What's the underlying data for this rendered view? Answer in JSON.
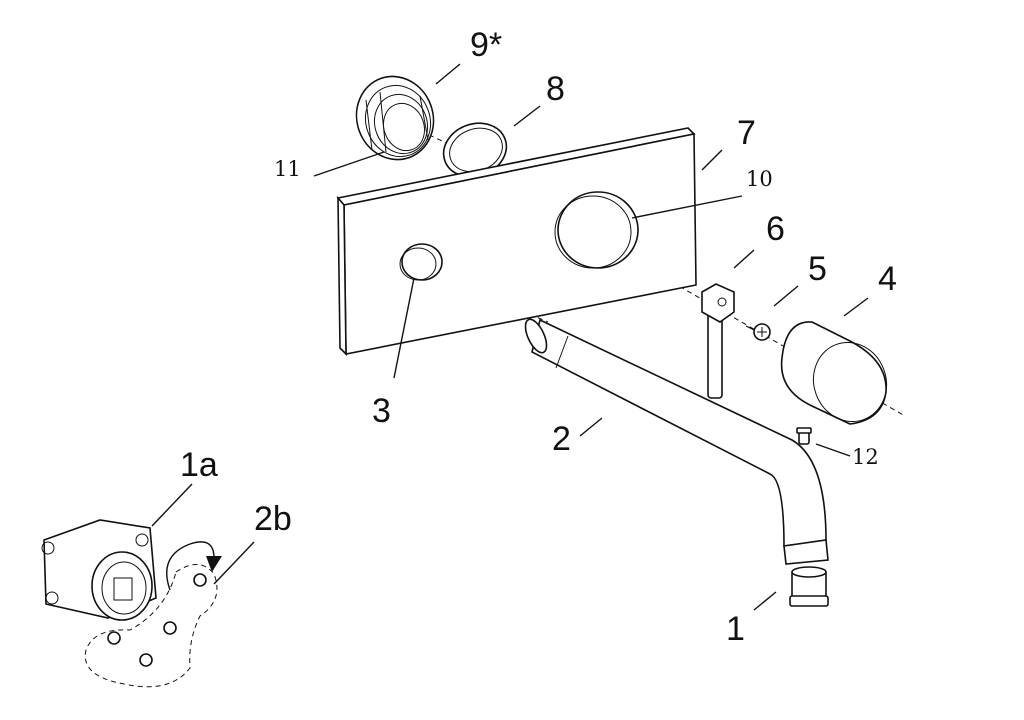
{
  "callouts": [
    {
      "id": "1",
      "text": "1"
    },
    {
      "id": "1a",
      "text": "1a"
    },
    {
      "id": "2",
      "text": "2"
    },
    {
      "id": "2b",
      "text": "2b"
    },
    {
      "id": "3",
      "text": "3"
    },
    {
      "id": "4",
      "text": "4"
    },
    {
      "id": "5",
      "text": "5"
    },
    {
      "id": "6",
      "text": "6"
    },
    {
      "id": "7",
      "text": "7"
    },
    {
      "id": "8",
      "text": "8"
    },
    {
      "id": "9",
      "text": "9*"
    },
    {
      "id": "10",
      "text": "10"
    },
    {
      "id": "11",
      "text": "11"
    },
    {
      "id": "12",
      "text": "12"
    }
  ]
}
